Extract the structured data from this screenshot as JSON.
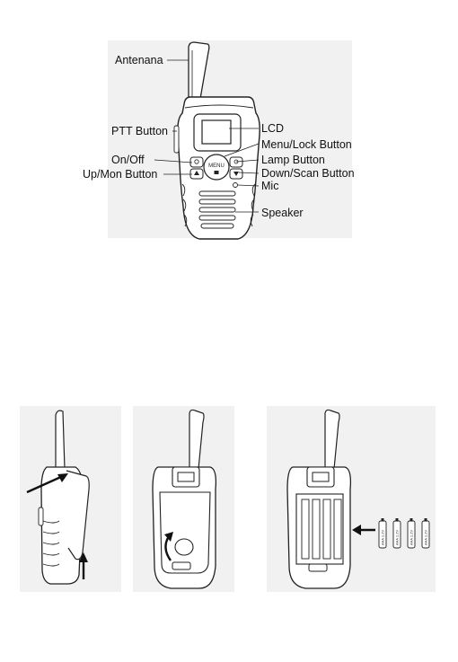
{
  "labels": {
    "antenna": "Antenana",
    "ptt": "PTT Button",
    "onoff": "On/Off",
    "upmon": "Up/Mon Button",
    "lcd": "LCD",
    "menu_lock": "Menu/Lock Button",
    "lamp": "Lamp Button",
    "down_scan": "Down/Scan Button",
    "mic": "Mic",
    "speaker": "Speaker"
  },
  "device": {
    "menu_button_text": "MENU"
  },
  "battery": {
    "cell_text": "AAA 1.2V"
  }
}
